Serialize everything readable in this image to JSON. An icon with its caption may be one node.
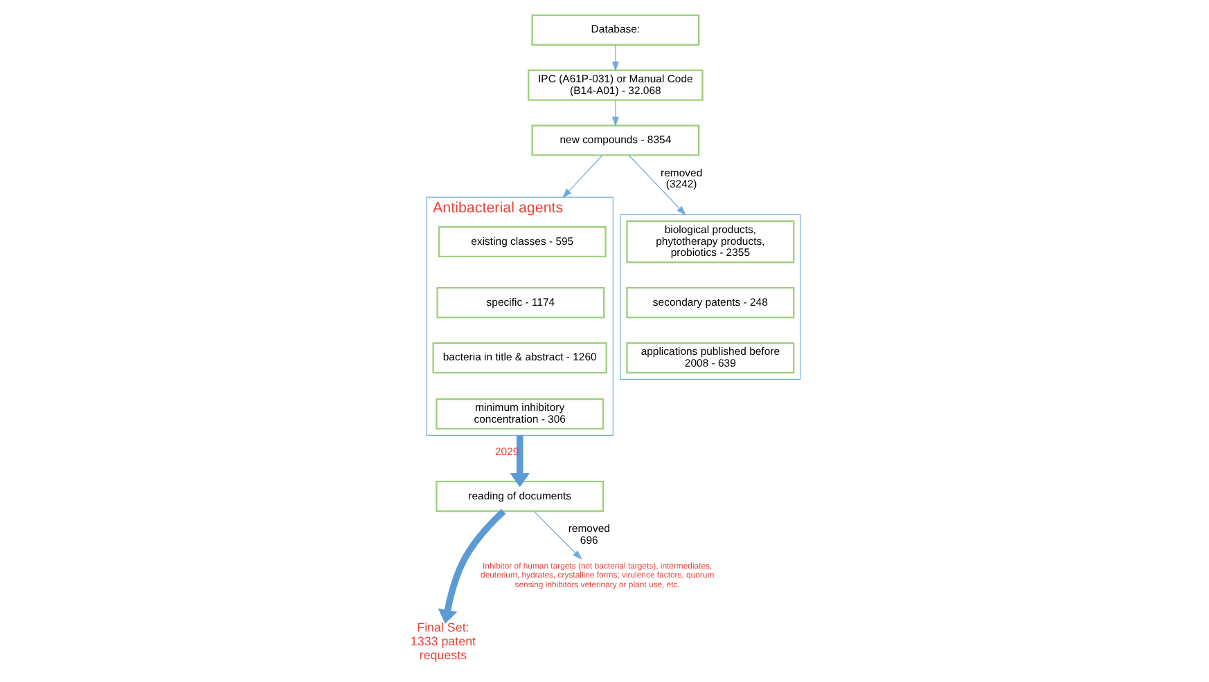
{
  "diagram": {
    "nodes": [
      {
        "text": [
          "Database:"
        ]
      },
      {
        "text": [
          "IPC (A61P-031) or Manual Code (B14-A01) - 32.068"
        ]
      },
      {
        "text": [
          "new compounds - 8354"
        ]
      },
      {
        "text": [
          "Antibacterial agents"
        ]
      },
      {
        "text": [
          "existing classes - 595"
        ],
        "in": 3
      },
      {
        "text": [
          "specific - 1174"
        ],
        "in": 3
      },
      {
        "text": [
          "bacteria in title & abstract - 1260"
        ],
        "in": 3
      },
      {
        "text": [
          "minimum inhibitory concentration - 306"
        ],
        "in": 3
      },
      {
        "text": [],
        "shape": "bracket"
      },
      {
        "text": [
          "biological products, phytotherapy products, probiotics - 2355"
        ],
        "in": 8
      },
      {
        "text": [
          "secondary patents - 248"
        ],
        "in": 8
      },
      {
        "text": [
          "applications published before 2008 - 639"
        ],
        "in": 8
      },
      {
        "text": [
          "reading of documents"
        ]
      },
      {
        "text": [
          "Final Set: 1333 patent requests"
        ]
      },
      {
        "text": [
          "Inhibitor of human targets (not bacterial targets), intermediates, deuterium, hydrates, crystalline forms; virulence factors, quorum sensing inhibitors veterinary or plant use, etc."
        ]
      }
    ],
    "edges": [
      {
        "from": 0,
        "to": 1,
        "arrow": "to"
      },
      {
        "from": 1,
        "to": 2,
        "arrow": "to"
      },
      {
        "from": 2,
        "to": 3,
        "arrow": "to"
      },
      {
        "from": 2,
        "to": 8,
        "arrow": "to",
        "label": "removed (3242)"
      },
      {
        "from": 3,
        "to": 12,
        "arrow": "to",
        "style": "thick",
        "label": "2029"
      },
      {
        "from": 12,
        "to": 13,
        "arrow": "to",
        "style": "thick"
      },
      {
        "from": 12,
        "to": 14,
        "arrow": "to",
        "label": "removed 696"
      }
    ]
  }
}
